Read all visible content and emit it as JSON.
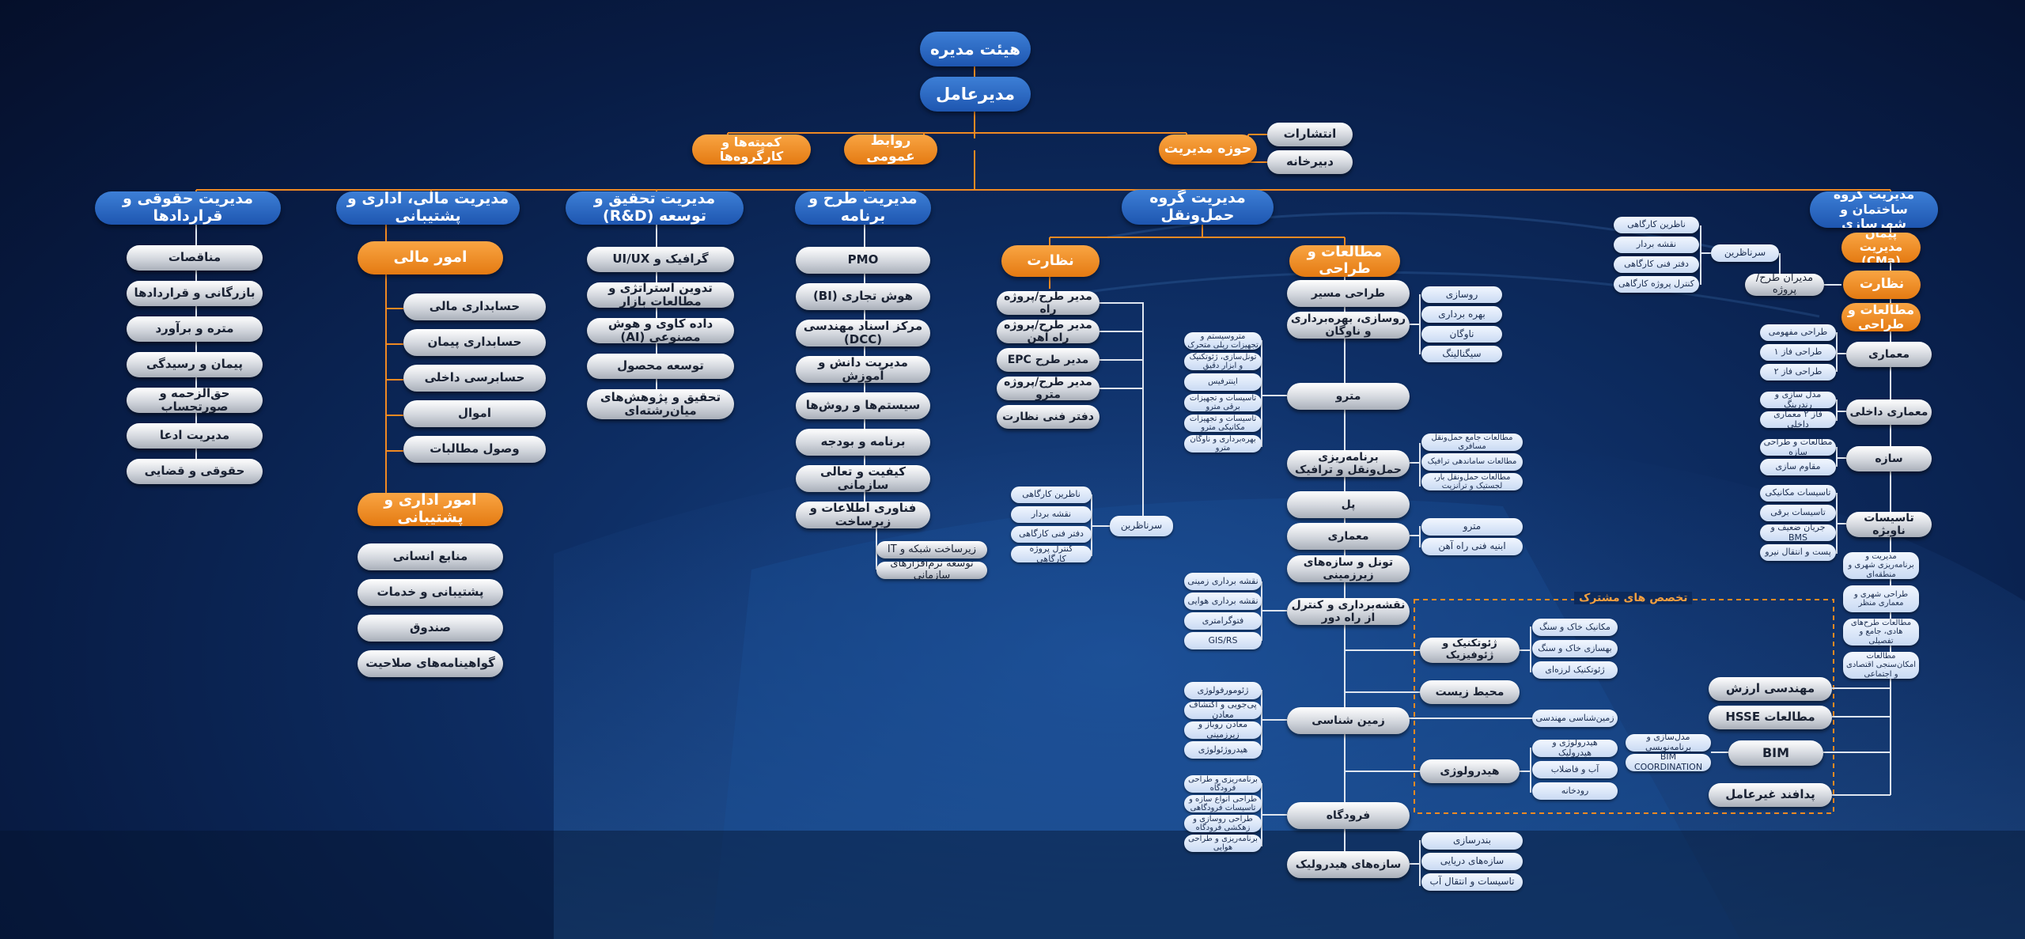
{
  "top": {
    "board": "هیئت مدیره",
    "ceo": "مدیرعامل",
    "committees": "کمیته‌ها و کارگروه‌ها",
    "public_relations": "روابط عمومی",
    "management_office": "حوزه مدیریت",
    "publications": "انتشارات",
    "secretariat": "دبیرخانه"
  },
  "legal": {
    "title": "مدیریت حقوقی و قراردادها",
    "items": [
      "مناقصات",
      "بازرگانی و قراردادها",
      "متره و برآورد",
      "پیمان و رسیدگی",
      "حق‌الزحمه و صورتحساب",
      "مدیریت ادعا",
      "حقوقی و قضایی"
    ]
  },
  "finance": {
    "title": "مدیریت مالی، اداری و پشتیبانی",
    "financial_affairs": "امور مالی",
    "financial_items": [
      "حسابداری مالی",
      "حسابداری پیمان",
      "حسابرسی داخلی",
      "اموال",
      "وصول مطالبات"
    ],
    "admin_affairs": "امور اداری و پشتیبانی",
    "admin_items": [
      "منابع انسانی",
      "پشتیبانی و خدمات",
      "صندوق",
      "گواهینامه‌های صلاحیت"
    ]
  },
  "rnd": {
    "title": "مدیریت تحقیق و توسعه (R&D)",
    "items": [
      "گرافیک و UI/UX",
      "تدوین استراتژی و مطالعات بازار",
      "داده کاوی و هوش مصنوعی (AI)",
      "توسعه محصول",
      "تحقیق و پژوهش‌های میان‌رشته‌ای"
    ]
  },
  "planning": {
    "title": "مدیریت طرح و برنامه",
    "items": [
      "PMO",
      "هوش تجاری (BI)",
      "مرکز اسناد مهندسی (DCC)",
      "مدیریت دانش و آموزش",
      "سیستم‌ها و روش‌ها",
      "برنامه و بودجه",
      "کیفیت و تعالی سازمانی",
      "فناوری اطلاعات و زیرساخت"
    ],
    "it_items": [
      "زیرساخت شبکه و IT",
      "توسعه نرم‌افزارهای سازمانی"
    ]
  },
  "transport": {
    "title": "مدیریت گروه حمل‌ونقل",
    "supervision": "نظارت",
    "supervision_items": [
      "مدیر طرح/پروژه راه",
      "مدیر طرح/پروژه راه آهن",
      "مدیر طرح EPC",
      "مدیر طرح/پروژه مترو",
      "دفتر فنی نظارت"
    ],
    "supervisors": "سرناظرین",
    "supervisor_items": [
      "ناظرین کارگاهی",
      "نقشه بردار",
      "دفتر فنی کارگاهی",
      "کنترل پروژه کارگاهی"
    ],
    "studies": "مطالعات و طراحی",
    "route_design": "طراحی مسیر",
    "road_ops": "روسازی، بهره‌برداری و ناوگان",
    "road_ops_items": [
      "روسازی",
      "بهره برداری",
      "ناوگان",
      "سیگنالینگ"
    ],
    "metro": "مترو",
    "metro_items": [
      "متروسیستم و تجهیزات ریلی متحرک",
      "تونل‌سازی، ژئوتکنیک و ابزار دقیق",
      "اینترفیس",
      "تاسیسات و تجهیزات برقی مترو",
      "تاسیسات و تجهیزات مکانیکی مترو",
      "بهره‌برداری و ناوگان مترو"
    ],
    "transport_planning": "برنامه‌ریزی حمل‌ونقل و ترافیک",
    "transport_planning_items": [
      "مطالعات جامع حمل‌ونقل مسافری",
      "مطالعات ساماندهی ترافیک",
      "مطالعات حمل‌ونقل بار، لجستیک و ترانزیت"
    ],
    "bridge": "پل",
    "architecture": "معماری",
    "architecture_items": [
      "مترو",
      "ابنیه فنی راه آهن"
    ],
    "tunnel": "تونل و سازه‌های زیرزمینی",
    "survey": "نقشه‌برداری و کنترل از راه دور",
    "survey_items": [
      "نقشه برداری زمینی",
      "نقشه برداری هوایی",
      "فتوگرامتری",
      "GIS/RS"
    ],
    "geology": "زمین شناسی",
    "geology_items": [
      "ژئومورفولوژی",
      "پی‌جویی و اکتشاف معادن",
      "معادن روباز و زیرزمینی",
      "هیدروژئولوژی"
    ],
    "airport": "فرودگاه",
    "airport_items": [
      "برنامه‌ریزی و طراحی فرودگاه",
      "طراحی انواع سازه و تاسیسات فرودگاهی",
      "طراحی روسازی و زهکشی فرودگاه",
      "برنامه‌ریزی و طراحی هوایی"
    ],
    "hydraulic": "سازه‌های هیدرولیک",
    "hydraulic_items": [
      "بندرسازی",
      "سازه‌های دریایی",
      "تاسیسات و انتقال آب"
    ]
  },
  "shared": {
    "label": "تخصص های مشترک",
    "geotech": "ژئوتکنیک و ژئوفیزیک",
    "geotech_items": [
      "مکانیک خاک و سنگ",
      "بهسازی خاک و سنگ",
      "ژئوتکنیک لرزه‌ای"
    ],
    "environment": "محیط زیست",
    "eng_geology": "زمین‌شناسی مهندسی",
    "hydrology": "هیدرولوژی",
    "hydrology_items": [
      "هیدرولوژی و هیدرولیک",
      "آب و فاضلاب",
      "رودخانه"
    ],
    "bim_items": [
      "مدل‌سازی و برنامه‌نویسی",
      "BIM COORDINATION"
    ]
  },
  "construction": {
    "title": "مدیریت گروه ساختمان و شهرسازی",
    "cma": "پیمان مدیریت (CMa)",
    "supervision": "نظارت",
    "studies": "مطالعات و طراحی",
    "project_managers": "مدیران طرح/ پروژه",
    "chief_supervisors": "سرناظرین",
    "chief_supervisor_items": [
      "ناظرین کارگاهی",
      "نقشه بردار",
      "دفتر فنی کارگاهی",
      "کنترل پروژه کارگاهی"
    ],
    "architecture": "معماری",
    "architecture_items": [
      "طراحی مفهومی",
      "طراحی فاز ۱",
      "طراحی فاز ۲"
    ],
    "interior": "معماری داخلی",
    "interior_items": [
      "مدل سازی و رندرینگ",
      "فاز ۲ معماری داخلی"
    ],
    "structure": "سازه",
    "structure_items": [
      "مطالعات و طراحی سازه",
      "مقاوم سازی"
    ],
    "mep": "تاسیسات ناوبژه",
    "mep_items": [
      "تاسیسات مکانیکی",
      "تاسیسات برقی",
      "جریان ضعیف و BMS",
      "پست و انتقال نیرو"
    ],
    "urban_items": [
      "مدیریت و برنامه‌ریزی شهری و منطقه‌ای",
      "طراحی شهری و معماری منظر",
      "مطالعات طرح‌های هادی، جامع و تفصیلی",
      "مطالعات امکان‌سنجی اقتصادی و اجتماعی"
    ],
    "value_engineering": "مهندسی ارزش",
    "hsse": "مطالعات HSSE",
    "bim": "BIM",
    "passive_defense": "پدافند غیرعامل"
  }
}
